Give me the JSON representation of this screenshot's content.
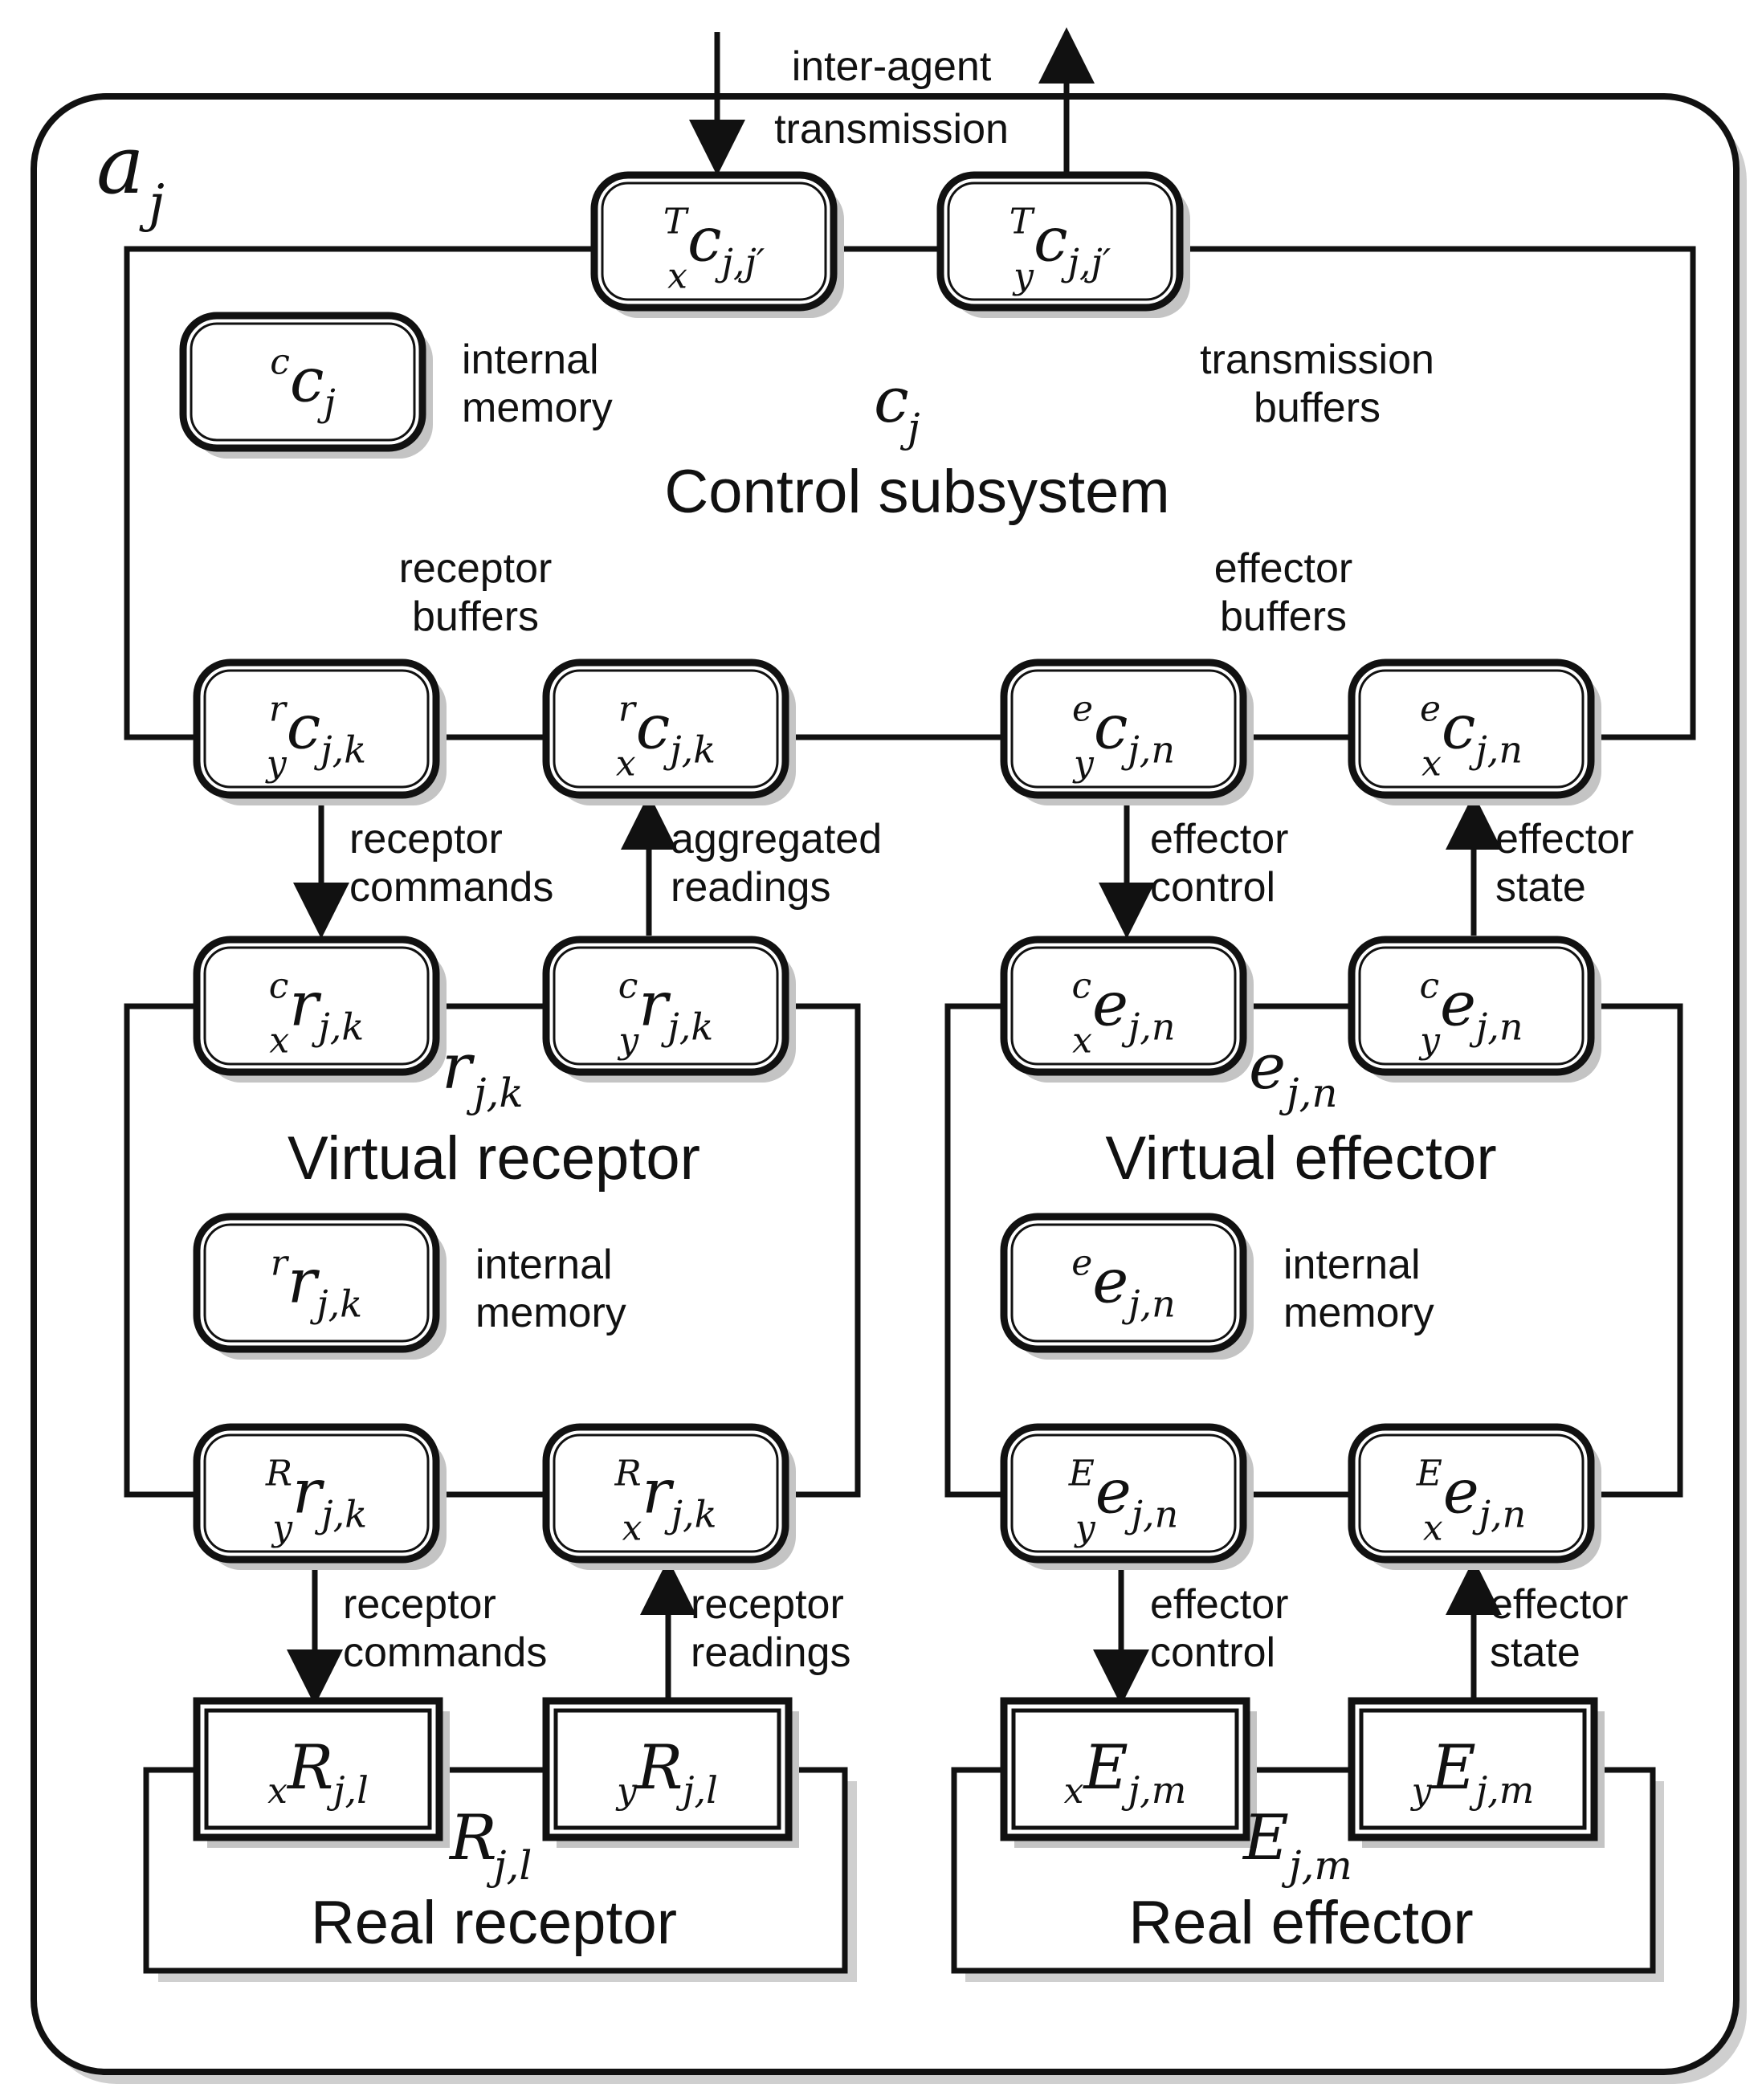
{
  "agent": {
    "symbol": "a",
    "sub": "j"
  },
  "transmission": {
    "label_line1": "inter-agent",
    "label_line2": "transmission",
    "buffer_in": {
      "pre_sup": "T",
      "pre_sub": "x",
      "base": "c",
      "sub": "j,j′"
    },
    "buffer_out": {
      "pre_sup": "T",
      "pre_sub": "y",
      "base": "c",
      "sub": "j,j′"
    }
  },
  "control": {
    "title": "Control subsystem",
    "symbol": {
      "base": "c",
      "sub": "j"
    },
    "memory": {
      "pre_sup": "c",
      "pre_sub": "",
      "base": "c",
      "sub": "j"
    },
    "memory_label": [
      "internal",
      "memory"
    ],
    "transmission_buffers_label": [
      "transmission",
      "buffers"
    ],
    "receptor_buffers_label": [
      "receptor",
      "buffers"
    ],
    "effector_buffers_label": [
      "effector",
      "buffers"
    ],
    "receptor_buffers": [
      {
        "pre_sup": "r",
        "pre_sub": "y",
        "base": "c",
        "sub": "j,k"
      },
      {
        "pre_sup": "r",
        "pre_sub": "x",
        "base": "c",
        "sub": "j,k"
      }
    ],
    "effector_buffers": [
      {
        "pre_sup": "e",
        "pre_sub": "y",
        "base": "c",
        "sub": "j,n"
      },
      {
        "pre_sup": "e",
        "pre_sub": "x",
        "base": "c",
        "sub": "j,n"
      }
    ]
  },
  "flows": {
    "receptor_commands": [
      "receptor",
      "commands"
    ],
    "aggregated_readings": [
      "aggregated",
      "readings"
    ],
    "effector_control": [
      "effector",
      "control"
    ],
    "effector_state": [
      "effector",
      "state"
    ],
    "receptor_readings": [
      "receptor",
      "readings"
    ]
  },
  "virtual_receptor": {
    "title": "Virtual receptor",
    "symbol": {
      "base": "r",
      "sub": "j,k"
    },
    "buffers_top": [
      {
        "pre_sup": "c",
        "pre_sub": "x",
        "base": "r",
        "sub": "j,k"
      },
      {
        "pre_sup": "c",
        "pre_sub": "y",
        "base": "r",
        "sub": "j,k"
      }
    ],
    "memory": {
      "pre_sup": "r",
      "pre_sub": "",
      "base": "r",
      "sub": "j,k"
    },
    "memory_label": [
      "internal",
      "memory"
    ],
    "buffers_bottom": [
      {
        "pre_sup": "R",
        "pre_sub": "y",
        "base": "r",
        "sub": "j,k"
      },
      {
        "pre_sup": "R",
        "pre_sub": "x",
        "base": "r",
        "sub": "j,k"
      }
    ]
  },
  "virtual_effector": {
    "title": "Virtual effector",
    "symbol": {
      "base": "e",
      "sub": "j,n"
    },
    "buffers_top": [
      {
        "pre_sup": "c",
        "pre_sub": "x",
        "base": "e",
        "sub": "j,n"
      },
      {
        "pre_sup": "c",
        "pre_sub": "y",
        "base": "e",
        "sub": "j,n"
      }
    ],
    "memory": {
      "pre_sup": "e",
      "pre_sub": "",
      "base": "e",
      "sub": "j,n"
    },
    "memory_label": [
      "internal",
      "memory"
    ],
    "buffers_bottom": [
      {
        "pre_sup": "E",
        "pre_sub": "y",
        "base": "e",
        "sub": "j,n"
      },
      {
        "pre_sup": "E",
        "pre_sub": "x",
        "base": "e",
        "sub": "j,n"
      }
    ]
  },
  "real_receptor": {
    "title": "Real receptor",
    "symbol": {
      "base": "R",
      "sub": "j,l"
    },
    "buffers": [
      {
        "pre_sub": "x",
        "base": "R",
        "sub": "j,l"
      },
      {
        "pre_sub": "y",
        "base": "R",
        "sub": "j,l"
      }
    ]
  },
  "real_effector": {
    "title": "Real effector",
    "symbol": {
      "base": "E",
      "sub": "j,m"
    },
    "buffers": [
      {
        "pre_sub": "x",
        "base": "E",
        "sub": "j,m"
      },
      {
        "pre_sub": "y",
        "base": "E",
        "sub": "j,m"
      }
    ]
  }
}
